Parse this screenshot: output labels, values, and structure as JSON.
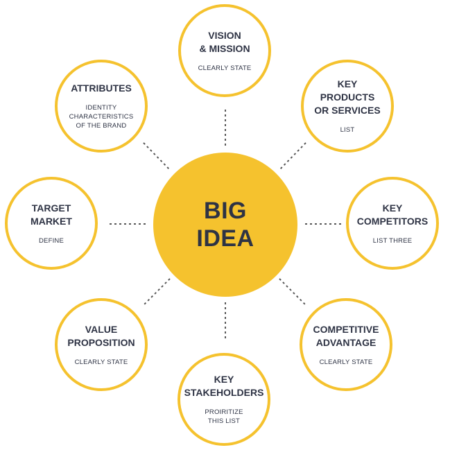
{
  "center": {
    "title": "BIG\nIDEA"
  },
  "nodes": [
    {
      "id": "vision",
      "title": "VISION\n& MISSION",
      "subtitle": "CLEARLY STATE"
    },
    {
      "id": "products",
      "title": "KEY\nPRODUCTS\nOR SERVICES",
      "subtitle": "LIST"
    },
    {
      "id": "competitors",
      "title": "KEY\nCOMPETITORS",
      "subtitle": "LIST THREE"
    },
    {
      "id": "advantage",
      "title": "COMPETITIVE\nADVANTAGE",
      "subtitle": "CLEARLY STATE"
    },
    {
      "id": "stakeholders",
      "title": "KEY\nSTAKEHOLDERS",
      "subtitle": "PROIRITIZE\nTHIS LIST"
    },
    {
      "id": "value",
      "title": "VALUE\nPROPOSITION",
      "subtitle": "CLEARLY STATE"
    },
    {
      "id": "target",
      "title": "TARGET\nMARKET",
      "subtitle": "DEFINE"
    },
    {
      "id": "attributes",
      "title": "ATTRIBUTES",
      "subtitle": "IDENTITY\nCHARACTERISTICS\nOF THE BRAND"
    }
  ],
  "colors": {
    "accent": "#F5C22E",
    "text": "#2E3344",
    "connector": "#555555"
  }
}
